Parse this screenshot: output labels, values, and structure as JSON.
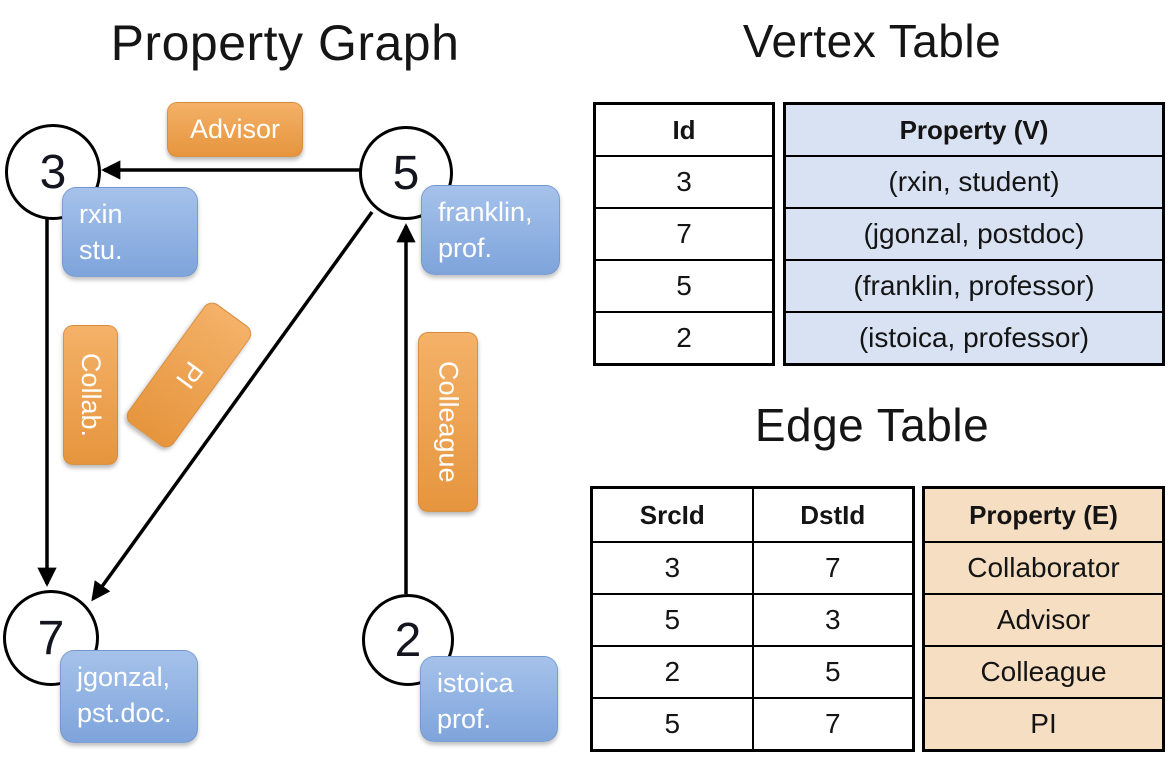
{
  "graph": {
    "title": "Property Graph",
    "nodes": [
      {
        "id": "3",
        "property": {
          "line1": "rxin",
          "line2": "stu."
        }
      },
      {
        "id": "5",
        "property": {
          "line1": "franklin,",
          "line2": "prof."
        }
      },
      {
        "id": "7",
        "property": {
          "line1": "jgonzal,",
          "line2": "pst.doc."
        }
      },
      {
        "id": "2",
        "property": {
          "line1": "istoica",
          "line2": "prof."
        }
      }
    ],
    "edges": [
      {
        "src": "5",
        "dst": "3",
        "label": "Advisor"
      },
      {
        "src": "3",
        "dst": "7",
        "label": "Collab."
      },
      {
        "src": "5",
        "dst": "7",
        "label": "PI"
      },
      {
        "src": "2",
        "dst": "5",
        "label": "Colleague"
      }
    ]
  },
  "vertex_table": {
    "title": "Vertex Table",
    "headers": {
      "id": "Id",
      "property": "Property (V)"
    },
    "rows": [
      {
        "id": "3",
        "property": "(rxin, student)"
      },
      {
        "id": "7",
        "property": "(jgonzal, postdoc)"
      },
      {
        "id": "5",
        "property": "(franklin, professor)"
      },
      {
        "id": "2",
        "property": "(istoica, professor)"
      }
    ]
  },
  "edge_table": {
    "title": "Edge Table",
    "headers": {
      "src": "SrcId",
      "dst": "DstId",
      "property": "Property (E)"
    },
    "rows": [
      {
        "src": "3",
        "dst": "7",
        "property": "Collaborator"
      },
      {
        "src": "5",
        "dst": "3",
        "property": "Advisor"
      },
      {
        "src": "2",
        "dst": "5",
        "property": "Colleague"
      },
      {
        "src": "5",
        "dst": "7",
        "property": "PI"
      }
    ]
  },
  "colors": {
    "vertex_property_cell_bg": "#D9E2F3",
    "edge_property_cell_bg": "#F6DEC2",
    "vertex_box_blue_top": "#A6C2EB",
    "vertex_box_blue_bottom": "#7EA4DB",
    "edge_label_orange_top": "#F4B168",
    "edge_label_orange_bottom": "#E6953D",
    "line_color": "#000000"
  }
}
